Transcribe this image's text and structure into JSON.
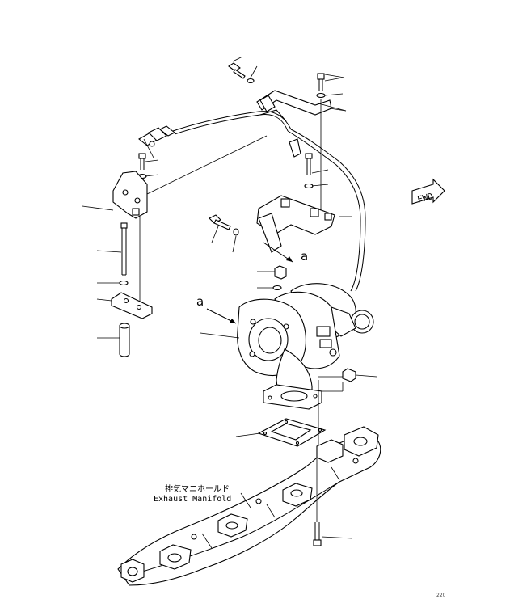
{
  "diagram": {
    "label_jp": "排気マニホールド",
    "label_en": "Exhaust Manifold",
    "direction_marker": "FWD",
    "view_letter": "a",
    "page_code": "220"
  }
}
